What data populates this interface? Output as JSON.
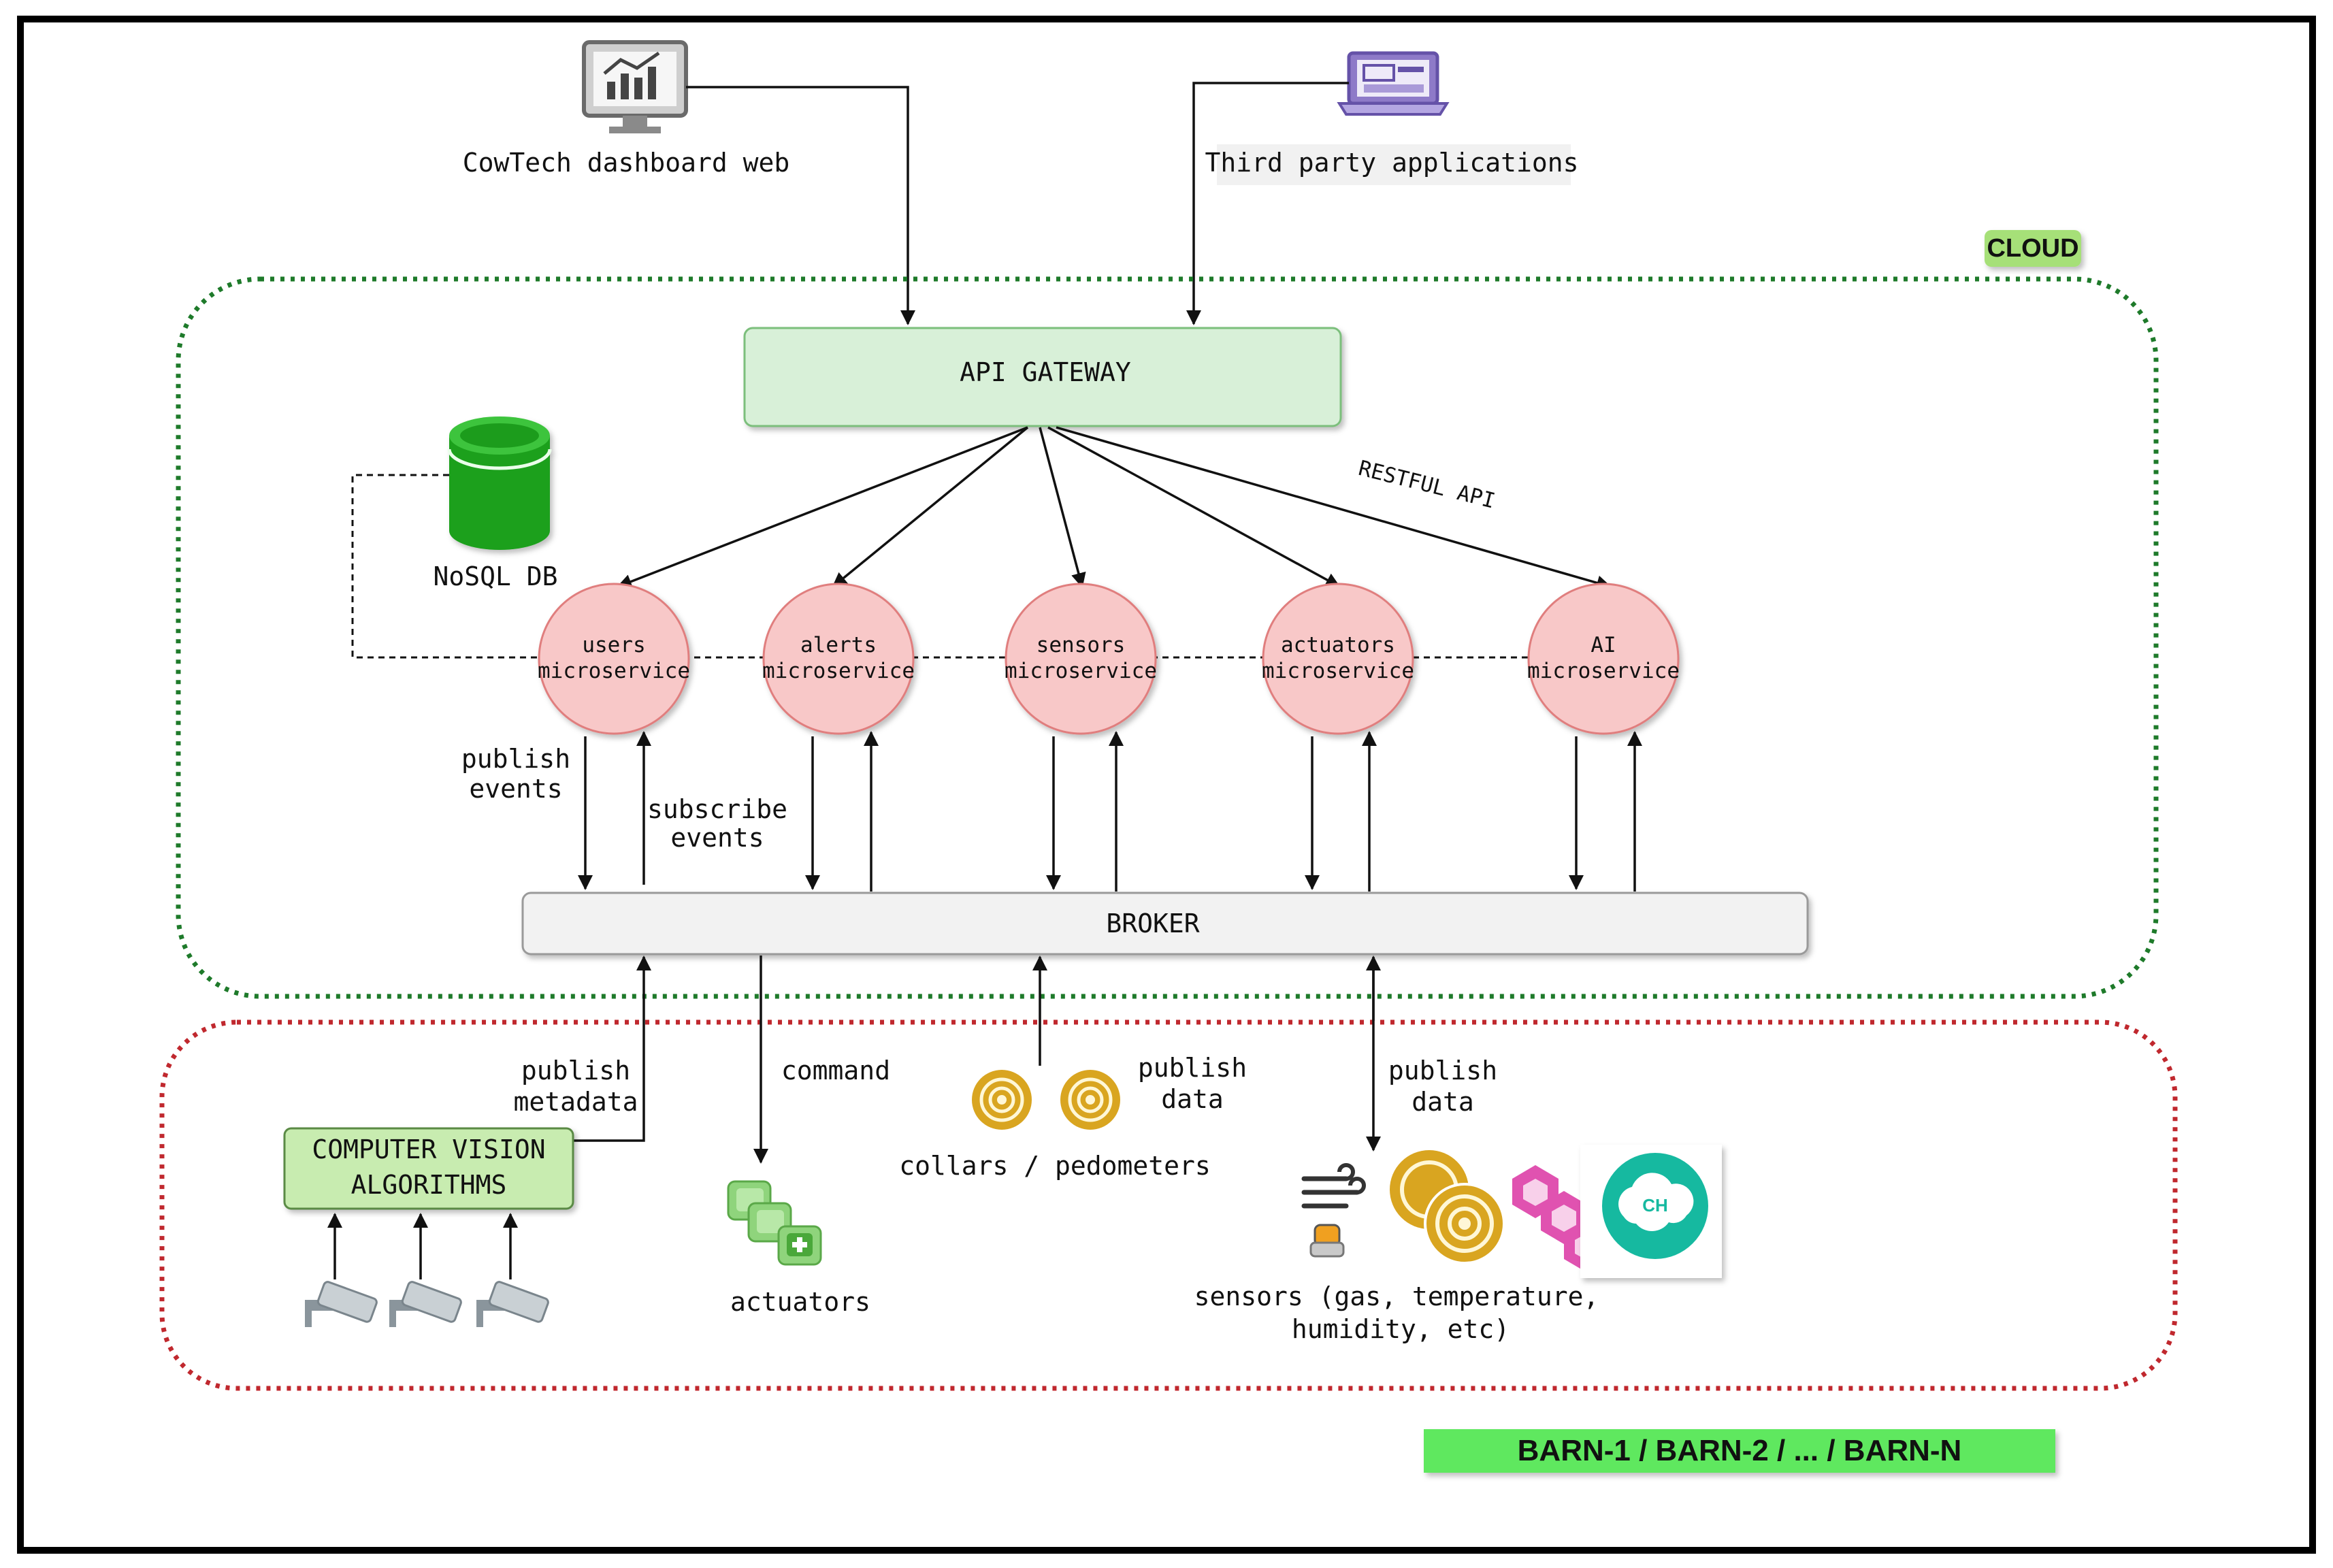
{
  "top": {
    "dashboard_label": "CowTech dashboard web",
    "third_party_label": "Third party applications"
  },
  "cloud": {
    "label": "CLOUD",
    "api_gateway": "API GATEWAY",
    "restful_label": "RESTFUL API",
    "nosql_label": "NoSQL DB",
    "microservices": [
      {
        "name": "users",
        "suffix": "microservice"
      },
      {
        "name": "alerts",
        "suffix": "microservice"
      },
      {
        "name": "sensors",
        "suffix": "microservice"
      },
      {
        "name": "actuators",
        "suffix": "microservice"
      },
      {
        "name": "AI",
        "suffix": "microservice"
      }
    ],
    "publish_events": [
      "publish",
      "events"
    ],
    "subscribe_events": [
      "subscribe",
      "events"
    ],
    "broker": "BROKER"
  },
  "barn": {
    "label": "BARN-1 / BARN-2 / ... / BARN-N",
    "cv_box": [
      "COMPUTER VISION",
      "ALGORITHMS"
    ],
    "publish_metadata": [
      "publish",
      "metadata"
    ],
    "command": "command",
    "actuators": "actuators",
    "publish_data_collars": [
      "publish",
      "data"
    ],
    "collars": "collars / pedometers",
    "publish_data_sensors": [
      "publish",
      "data"
    ],
    "sensors_label": [
      "sensors (gas, temperature,",
      "humidity, etc)"
    ],
    "logo_text": "CH"
  },
  "colors": {
    "cloud_border": "#1e7a2a",
    "barn_border": "#c0282e",
    "api_gateway_fill": "#d8f0d8",
    "microservice_fill": "#f8c8c8",
    "broker_fill": "#f2f2f2",
    "cloud_tag": "#a6e078",
    "barn_tag": "#5ee85e",
    "db_green": "#1aa01a",
    "collar_gold": "#d9a520",
    "logo_teal": "#17b9a0",
    "hex_magenta": "#e052b0"
  }
}
